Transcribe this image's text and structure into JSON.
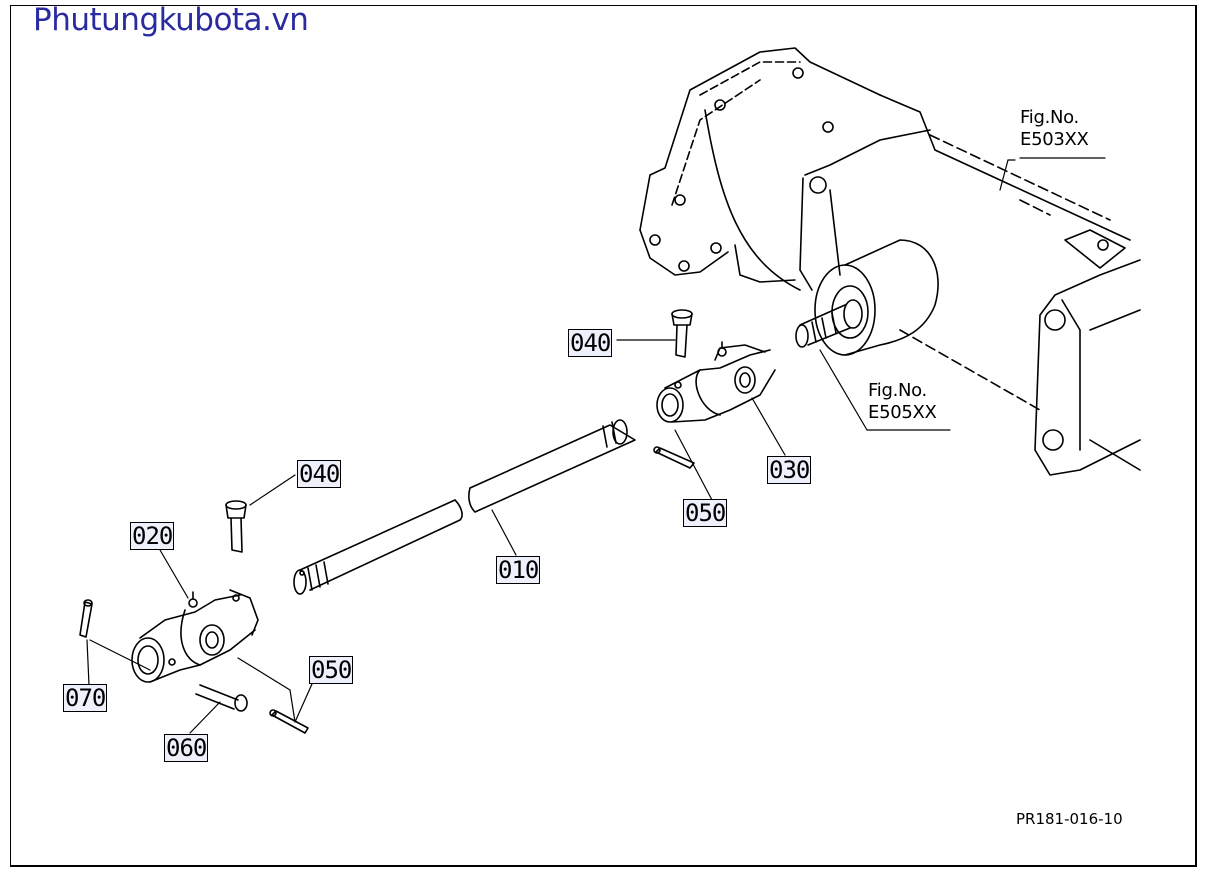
{
  "site": {
    "title": "Phutungkubota.vn",
    "title_color": "#2b2ba0"
  },
  "callouts": {
    "c010": "010",
    "c020": "020",
    "c030": "030",
    "c040_top": "040",
    "c040_left": "040",
    "c050_top": "050",
    "c050_bottom": "050",
    "c060": "060",
    "c070": "070"
  },
  "figure_refs": {
    "e503": {
      "line1": "Fig.No.",
      "line2": "E503XX"
    },
    "e505": {
      "line1": "Fig.No.",
      "line2": "E505XX"
    }
  },
  "drawing_code": "PR181-016-10"
}
